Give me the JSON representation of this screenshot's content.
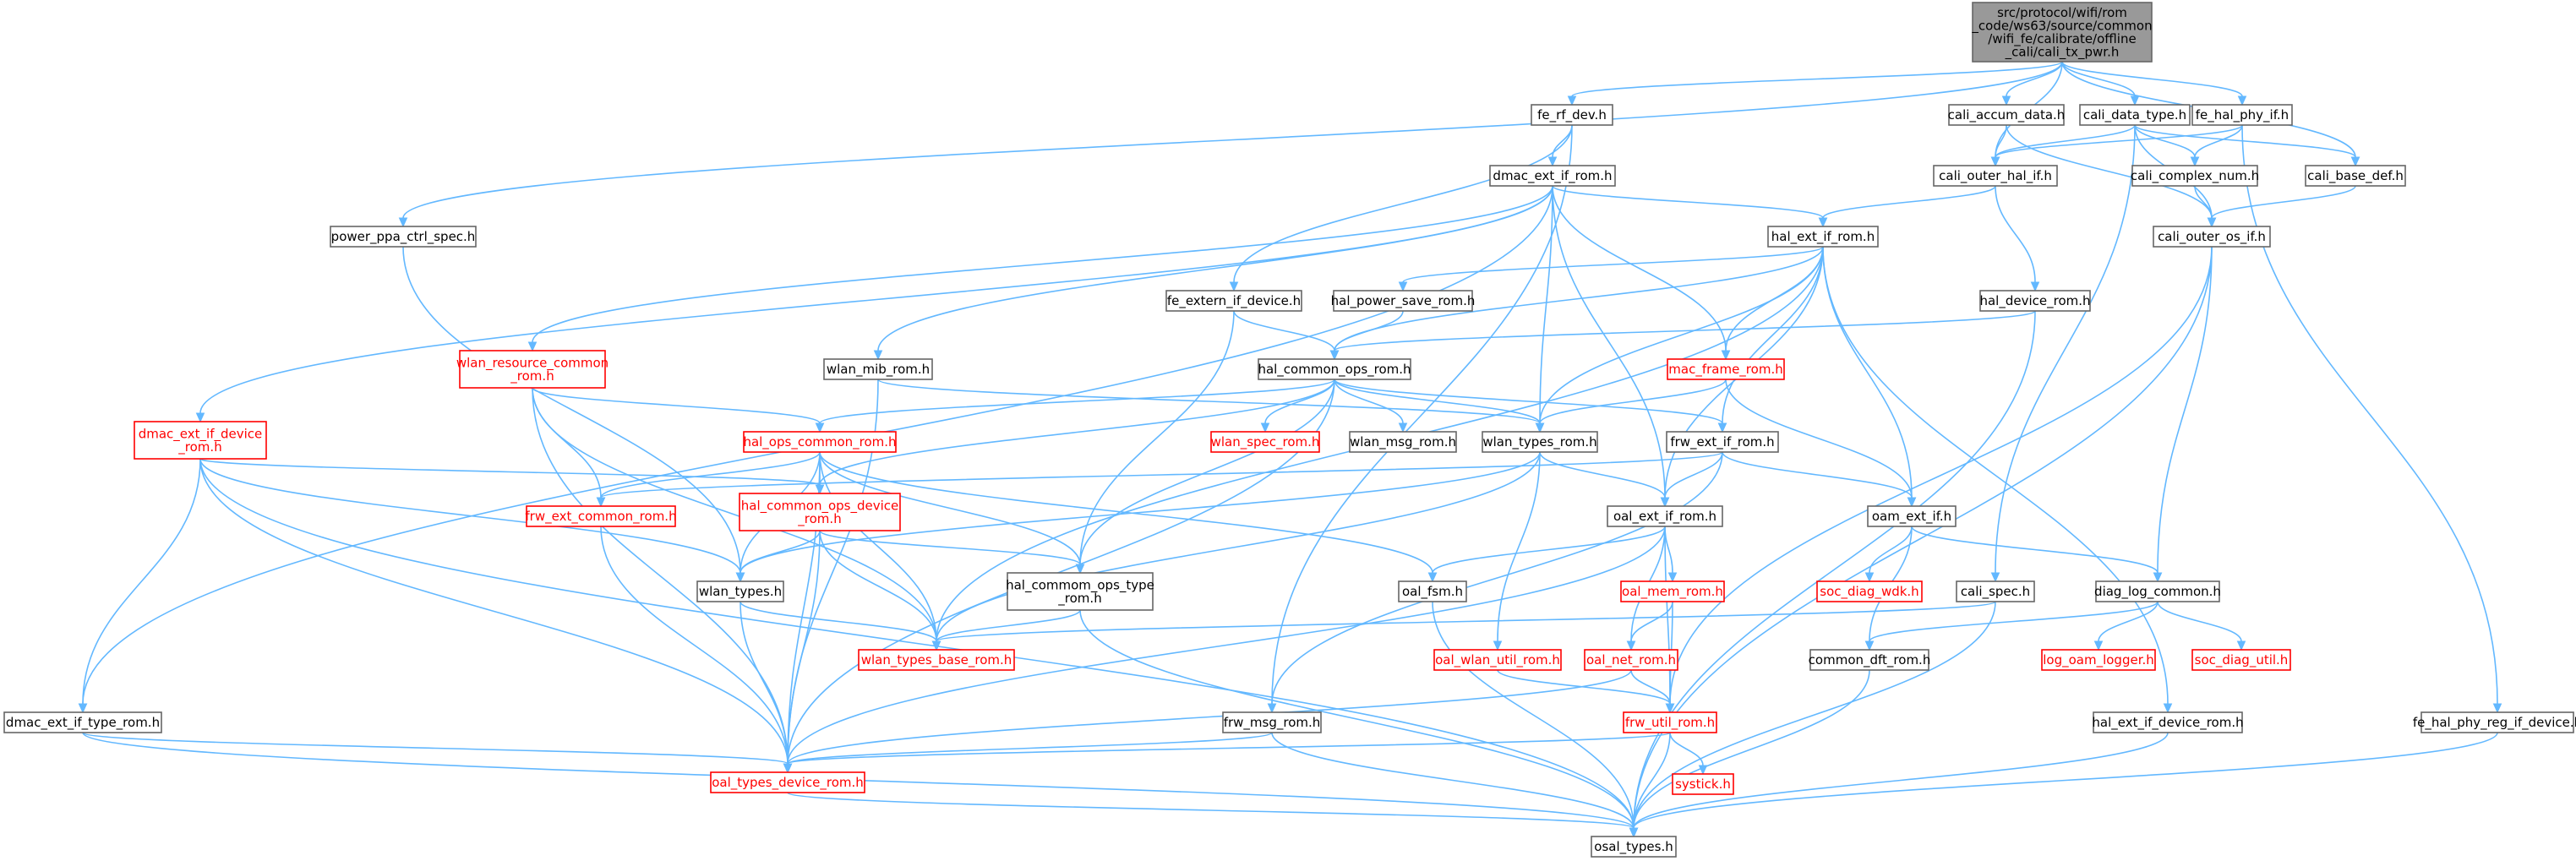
{
  "colors": {
    "edge": "#63b8ff",
    "node_border": "#666666",
    "missing_border": "#ff0000",
    "root_fill": "#999999"
  },
  "nodes": [
    {
      "id": "root",
      "lines": [
        "src/protocol/wifi/rom",
        "_code/ws63/source/common",
        "/wifi_fe/calibrate/offline",
        "_cali/cali_tx_pwr.h"
      ],
      "kind": "root"
    },
    {
      "id": "fe_rf_dev",
      "lines": [
        "fe_rf_dev.h"
      ],
      "kind": "normal"
    },
    {
      "id": "cali_accum_data",
      "lines": [
        "cali_accum_data.h"
      ],
      "kind": "normal"
    },
    {
      "id": "cali_data_type",
      "lines": [
        "cali_data_type.h"
      ],
      "kind": "normal"
    },
    {
      "id": "fe_hal_phy_if",
      "lines": [
        "fe_hal_phy_if.h"
      ],
      "kind": "normal"
    },
    {
      "id": "dmac_ext_if_rom",
      "lines": [
        "dmac_ext_if_rom.h"
      ],
      "kind": "normal"
    },
    {
      "id": "cali_outer_hal_if",
      "lines": [
        "cali_outer_hal_if.h"
      ],
      "kind": "normal"
    },
    {
      "id": "cali_complex_num",
      "lines": [
        "cali_complex_num.h"
      ],
      "kind": "normal"
    },
    {
      "id": "cali_base_def",
      "lines": [
        "cali_base_def.h"
      ],
      "kind": "normal"
    },
    {
      "id": "power_ppa_ctrl_spec",
      "lines": [
        "power_ppa_ctrl_spec.h"
      ],
      "kind": "normal"
    },
    {
      "id": "hal_ext_if_rom",
      "lines": [
        "hal_ext_if_rom.h"
      ],
      "kind": "normal"
    },
    {
      "id": "cali_outer_os_if",
      "lines": [
        "cali_outer_os_if.h"
      ],
      "kind": "normal"
    },
    {
      "id": "fe_extern_if_device",
      "lines": [
        "fe_extern_if_device.h"
      ],
      "kind": "normal"
    },
    {
      "id": "hal_power_save_rom",
      "lines": [
        "hal_power_save_rom.h"
      ],
      "kind": "normal"
    },
    {
      "id": "hal_device_rom",
      "lines": [
        "hal_device_rom.h"
      ],
      "kind": "normal"
    },
    {
      "id": "wlan_resource_common_rom",
      "lines": [
        "wlan_resource_common",
        "_rom.h"
      ],
      "kind": "missing"
    },
    {
      "id": "wlan_mib_rom",
      "lines": [
        "wlan_mib_rom.h"
      ],
      "kind": "normal"
    },
    {
      "id": "hal_common_ops_rom",
      "lines": [
        "hal_common_ops_rom.h"
      ],
      "kind": "normal"
    },
    {
      "id": "mac_frame_rom",
      "lines": [
        "mac_frame_rom.h"
      ],
      "kind": "missing"
    },
    {
      "id": "dmac_ext_if_device_rom",
      "lines": [
        "dmac_ext_if_device",
        "_rom.h"
      ],
      "kind": "missing"
    },
    {
      "id": "hal_ops_common_rom",
      "lines": [
        "hal_ops_common_rom.h"
      ],
      "kind": "missing"
    },
    {
      "id": "wlan_spec_rom",
      "lines": [
        "wlan_spec_rom.h"
      ],
      "kind": "missing"
    },
    {
      "id": "wlan_msg_rom",
      "lines": [
        "wlan_msg_rom.h"
      ],
      "kind": "normal"
    },
    {
      "id": "wlan_types_rom",
      "lines": [
        "wlan_types_rom.h"
      ],
      "kind": "normal"
    },
    {
      "id": "frw_ext_if_rom",
      "lines": [
        "frw_ext_if_rom.h"
      ],
      "kind": "normal"
    },
    {
      "id": "frw_ext_common_rom",
      "lines": [
        "frw_ext_common_rom.h"
      ],
      "kind": "missing"
    },
    {
      "id": "hal_common_ops_device_rom",
      "lines": [
        "hal_common_ops_device",
        "_rom.h"
      ],
      "kind": "missing"
    },
    {
      "id": "oal_ext_if_rom",
      "lines": [
        "oal_ext_if_rom.h"
      ],
      "kind": "normal"
    },
    {
      "id": "oam_ext_if",
      "lines": [
        "oam_ext_if.h"
      ],
      "kind": "normal"
    },
    {
      "id": "wlan_types",
      "lines": [
        "wlan_types.h"
      ],
      "kind": "normal"
    },
    {
      "id": "hal_commom_ops_type_rom",
      "lines": [
        "hal_commom_ops_type",
        "_rom.h"
      ],
      "kind": "normal"
    },
    {
      "id": "oal_fsm",
      "lines": [
        "oal_fsm.h"
      ],
      "kind": "normal"
    },
    {
      "id": "oal_mem_rom",
      "lines": [
        "oal_mem_rom.h"
      ],
      "kind": "missing"
    },
    {
      "id": "soc_diag_wdk",
      "lines": [
        "soc_diag_wdk.h"
      ],
      "kind": "missing"
    },
    {
      "id": "cali_spec",
      "lines": [
        "cali_spec.h"
      ],
      "kind": "normal"
    },
    {
      "id": "diag_log_common",
      "lines": [
        "diag_log_common.h"
      ],
      "kind": "normal"
    },
    {
      "id": "wlan_types_base_rom",
      "lines": [
        "wlan_types_base_rom.h"
      ],
      "kind": "missing"
    },
    {
      "id": "oal_wlan_util_rom",
      "lines": [
        "oal_wlan_util_rom.h"
      ],
      "kind": "missing"
    },
    {
      "id": "oal_net_rom",
      "lines": [
        "oal_net_rom.h"
      ],
      "kind": "missing"
    },
    {
      "id": "common_dft_rom",
      "lines": [
        "common_dft_rom.h"
      ],
      "kind": "normal"
    },
    {
      "id": "log_oam_logger",
      "lines": [
        "log_oam_logger.h"
      ],
      "kind": "missing"
    },
    {
      "id": "soc_diag_util",
      "lines": [
        "soc_diag_util.h"
      ],
      "kind": "missing"
    },
    {
      "id": "dmac_ext_if_type_rom",
      "lines": [
        "dmac_ext_if_type_rom.h"
      ],
      "kind": "normal"
    },
    {
      "id": "frw_msg_rom",
      "lines": [
        "frw_msg_rom.h"
      ],
      "kind": "normal"
    },
    {
      "id": "frw_util_rom",
      "lines": [
        "frw_util_rom.h"
      ],
      "kind": "missing"
    },
    {
      "id": "hal_ext_if_device_rom",
      "lines": [
        "hal_ext_if_device_rom.h"
      ],
      "kind": "normal"
    },
    {
      "id": "fe_hal_phy_reg_if_device",
      "lines": [
        "fe_hal_phy_reg_if_device.h"
      ],
      "kind": "normal"
    },
    {
      "id": "oal_types_device_rom",
      "lines": [
        "oal_types_device_rom.h"
      ],
      "kind": "missing"
    },
    {
      "id": "systick",
      "lines": [
        "systick.h"
      ],
      "kind": "missing"
    },
    {
      "id": "osal_types",
      "lines": [
        "osal_types.h"
      ],
      "kind": "normal"
    }
  ],
  "edges": [
    [
      "root",
      "fe_rf_dev"
    ],
    [
      "root",
      "cali_accum_data"
    ],
    [
      "root",
      "cali_data_type"
    ],
    [
      "root",
      "fe_hal_phy_if"
    ],
    [
      "root",
      "cali_outer_hal_if"
    ],
    [
      "root",
      "cali_base_def"
    ],
    [
      "root",
      "power_ppa_ctrl_spec"
    ],
    [
      "fe_rf_dev",
      "dmac_ext_if_rom"
    ],
    [
      "fe_rf_dev",
      "fe_extern_if_device"
    ],
    [
      "fe_rf_dev",
      "frw_msg_rom"
    ],
    [
      "cali_accum_data",
      "cali_outer_hal_if"
    ],
    [
      "cali_accum_data",
      "cali_outer_os_if"
    ],
    [
      "cali_data_type",
      "cali_outer_hal_if"
    ],
    [
      "cali_data_type",
      "cali_complex_num"
    ],
    [
      "cali_data_type",
      "cali_base_def"
    ],
    [
      "cali_data_type",
      "cali_outer_os_if"
    ],
    [
      "cali_data_type",
      "cali_spec"
    ],
    [
      "fe_hal_phy_if",
      "cali_outer_hal_if"
    ],
    [
      "fe_hal_phy_if",
      "cali_complex_num"
    ],
    [
      "fe_hal_phy_if",
      "fe_hal_phy_reg_if_device"
    ],
    [
      "cali_complex_num",
      "cali_outer_os_if"
    ],
    [
      "cali_base_def",
      "cali_outer_os_if"
    ],
    [
      "cali_outer_hal_if",
      "hal_ext_if_rom"
    ],
    [
      "cali_outer_hal_if",
      "hal_device_rom"
    ],
    [
      "cali_outer_os_if",
      "diag_log_common"
    ],
    [
      "cali_outer_os_if",
      "osal_types"
    ],
    [
      "cali_outer_os_if",
      "frw_util_rom"
    ],
    [
      "power_ppa_ctrl_spec",
      "wlan_types"
    ],
    [
      "dmac_ext_if_rom",
      "hal_ext_if_rom"
    ],
    [
      "dmac_ext_if_rom",
      "wlan_resource_common_rom"
    ],
    [
      "dmac_ext_if_rom",
      "wlan_mib_rom"
    ],
    [
      "dmac_ext_if_rom",
      "dmac_ext_if_device_rom"
    ],
    [
      "dmac_ext_if_rom",
      "mac_frame_rom"
    ],
    [
      "dmac_ext_if_rom",
      "wlan_types_rom"
    ],
    [
      "dmac_ext_if_rom",
      "oal_ext_if_rom"
    ],
    [
      "dmac_ext_if_rom",
      "dmac_ext_if_type_rom"
    ],
    [
      "hal_ext_if_rom",
      "hal_power_save_rom"
    ],
    [
      "hal_ext_if_rom",
      "hal_common_ops_rom"
    ],
    [
      "hal_ext_if_rom",
      "mac_frame_rom"
    ],
    [
      "hal_ext_if_rom",
      "frw_ext_if_rom"
    ],
    [
      "hal_ext_if_rom",
      "oam_ext_if"
    ],
    [
      "hal_ext_if_rom",
      "oal_ext_if_rom"
    ],
    [
      "hal_ext_if_rom",
      "wlan_types_rom"
    ],
    [
      "hal_ext_if_rom",
      "hal_ext_if_device_rom"
    ],
    [
      "hal_ext_if_rom",
      "wlan_types_base_rom"
    ],
    [
      "fe_extern_if_device",
      "hal_common_ops_rom"
    ],
    [
      "fe_extern_if_device",
      "hal_commom_ops_type_rom"
    ],
    [
      "hal_power_save_rom",
      "hal_common_ops_rom"
    ],
    [
      "hal_device_rom",
      "hal_common_ops_rom"
    ],
    [
      "hal_device_rom",
      "osal_types"
    ],
    [
      "wlan_resource_common_rom",
      "hal_ops_common_rom"
    ],
    [
      "wlan_resource_common_rom",
      "frw_ext_common_rom"
    ],
    [
      "wlan_resource_common_rom",
      "oal_types_device_rom"
    ],
    [
      "wlan_resource_common_rom",
      "wlan_types_base_rom"
    ],
    [
      "wlan_mib_rom",
      "wlan_types_rom"
    ],
    [
      "wlan_mib_rom",
      "oal_types_device_rom"
    ],
    [
      "hal_common_ops_rom",
      "hal_ops_common_rom"
    ],
    [
      "hal_common_ops_rom",
      "wlan_spec_rom"
    ],
    [
      "hal_common_ops_rom",
      "wlan_msg_rom"
    ],
    [
      "hal_common_ops_rom",
      "wlan_types_rom"
    ],
    [
      "hal_common_ops_rom",
      "frw_ext_if_rom"
    ],
    [
      "hal_common_ops_rom",
      "hal_common_ops_device_rom"
    ],
    [
      "hal_common_ops_rom",
      "hal_commom_ops_type_rom"
    ],
    [
      "hal_common_ops_rom",
      "oal_types_device_rom"
    ],
    [
      "mac_frame_rom",
      "wlan_types_rom"
    ],
    [
      "mac_frame_rom",
      "oam_ext_if"
    ],
    [
      "dmac_ext_if_device_rom",
      "hal_common_ops_device_rom"
    ],
    [
      "dmac_ext_if_device_rom",
      "wlan_types"
    ],
    [
      "dmac_ext_if_device_rom",
      "dmac_ext_if_type_rom"
    ],
    [
      "dmac_ext_if_device_rom",
      "oal_types_device_rom"
    ],
    [
      "dmac_ext_if_device_rom",
      "osal_types"
    ],
    [
      "hal_ops_common_rom",
      "frw_ext_common_rom"
    ],
    [
      "hal_ops_common_rom",
      "hal_common_ops_device_rom"
    ],
    [
      "hal_ops_common_rom",
      "wlan_types"
    ],
    [
      "hal_ops_common_rom",
      "hal_commom_ops_type_rom"
    ],
    [
      "hal_ops_common_rom",
      "wlan_types_base_rom"
    ],
    [
      "hal_ops_common_rom",
      "oal_fsm"
    ],
    [
      "hal_ops_common_rom",
      "oal_types_device_rom"
    ],
    [
      "wlan_types_rom",
      "oal_ext_if_rom"
    ],
    [
      "wlan_types_rom",
      "wlan_types"
    ],
    [
      "wlan_types_rom",
      "oal_wlan_util_rom"
    ],
    [
      "wlan_types_rom",
      "wlan_types_base_rom"
    ],
    [
      "frw_ext_if_rom",
      "oal_ext_if_rom"
    ],
    [
      "frw_ext_if_rom",
      "oam_ext_if"
    ],
    [
      "frw_ext_if_rom",
      "frw_ext_common_rom"
    ],
    [
      "frw_ext_if_rom",
      "frw_msg_rom"
    ],
    [
      "frw_ext_common_rom",
      "oal_types_device_rom"
    ],
    [
      "hal_common_ops_device_rom",
      "wlan_types"
    ],
    [
      "hal_common_ops_device_rom",
      "hal_commom_ops_type_rom"
    ],
    [
      "hal_common_ops_device_rom",
      "wlan_types_base_rom"
    ],
    [
      "hal_common_ops_device_rom",
      "oal_types_device_rom"
    ],
    [
      "oal_ext_if_rom",
      "oal_fsm"
    ],
    [
      "oal_ext_if_rom",
      "oal_mem_rom"
    ],
    [
      "oal_ext_if_rom",
      "oal_net_rom"
    ],
    [
      "oal_ext_if_rom",
      "frw_util_rom"
    ],
    [
      "oal_ext_if_rom",
      "oal_types_device_rom"
    ],
    [
      "oam_ext_if",
      "soc_diag_wdk"
    ],
    [
      "oam_ext_if",
      "diag_log_common"
    ],
    [
      "oam_ext_if",
      "common_dft_rom"
    ],
    [
      "wlan_types",
      "wlan_types_base_rom"
    ],
    [
      "wlan_types",
      "oal_types_device_rom"
    ],
    [
      "hal_commom_ops_type_rom",
      "wlan_types_base_rom"
    ],
    [
      "hal_commom_ops_type_rom",
      "osal_types"
    ],
    [
      "oal_fsm",
      "osal_types"
    ],
    [
      "oal_mem_rom",
      "oal_net_rom"
    ],
    [
      "oal_mem_rom",
      "frw_util_rom"
    ],
    [
      "cali_spec",
      "wlan_types_base_rom"
    ],
    [
      "cali_spec",
      "osal_types"
    ],
    [
      "diag_log_common",
      "log_oam_logger"
    ],
    [
      "diag_log_common",
      "soc_diag_util"
    ],
    [
      "diag_log_common",
      "common_dft_rom"
    ],
    [
      "oal_wlan_util_rom",
      "frw_util_rom"
    ],
    [
      "oal_net_rom",
      "frw_util_rom"
    ],
    [
      "oal_net_rom",
      "oal_types_device_rom"
    ],
    [
      "common_dft_rom",
      "osal_types"
    ],
    [
      "dmac_ext_if_type_rom",
      "oal_types_device_rom"
    ],
    [
      "dmac_ext_if_type_rom",
      "osal_types"
    ],
    [
      "frw_msg_rom",
      "oal_types_device_rom"
    ],
    [
      "frw_msg_rom",
      "osal_types"
    ],
    [
      "frw_util_rom",
      "oal_types_device_rom"
    ],
    [
      "frw_util_rom",
      "systick"
    ],
    [
      "frw_util_rom",
      "osal_types"
    ],
    [
      "hal_ext_if_device_rom",
      "osal_types"
    ],
    [
      "fe_hal_phy_reg_if_device",
      "osal_types"
    ],
    [
      "oal_types_device_rom",
      "osal_types"
    ]
  ]
}
